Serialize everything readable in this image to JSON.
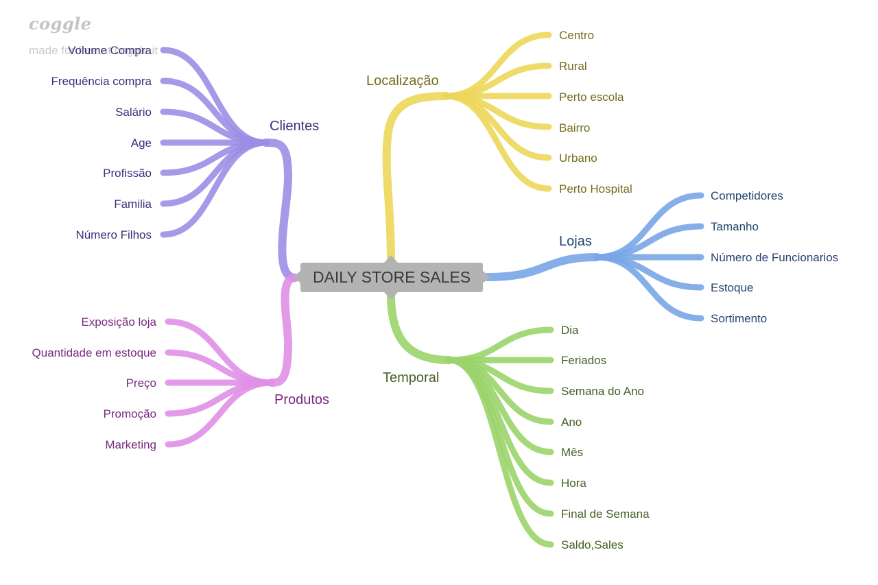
{
  "branding": {
    "logo": "coggle",
    "made_with": "made for free at coggle.it"
  },
  "root": {
    "label": "DAILY STORE SALES",
    "color": "#b3b3b3"
  },
  "branches": {
    "clientes": {
      "label": "Clientes",
      "color": "#9b8ee6",
      "text_color": "#3c2f7a",
      "items": [
        "Volume Compra",
        "Frequência compra",
        "Salário",
        "Age",
        "Profissão",
        "Familia",
        "Número Filhos"
      ]
    },
    "produtos": {
      "label": "Produtos",
      "color": "#e08fe6",
      "text_color": "#7a2a7e",
      "items": [
        "Exposição loja",
        "Quantidade em estoque",
        "Preço",
        "Promoção",
        "Marketing"
      ]
    },
    "localizacao": {
      "label": "Localização",
      "color": "#ecd75a",
      "text_color": "#756c1e",
      "items": [
        "Centro",
        "Rural",
        "Perto escola",
        "Bairro",
        "Urbano",
        "Perto Hospital"
      ]
    },
    "lojas": {
      "label": "Lojas",
      "color": "#79a6e8",
      "text_color": "#24456e",
      "items": [
        "Competidores",
        "Tamanho",
        "Número de Funcionarios",
        "Estoque",
        "Sortimento"
      ]
    },
    "temporal": {
      "label": "Temporal",
      "color": "#9ad46a",
      "text_color": "#465f26",
      "items": [
        "Dia",
        "Feriados",
        "Semana do Ano",
        "Ano",
        "Mês",
        "Hora",
        "Final de Semana",
        "Saldo,Sales"
      ]
    }
  }
}
